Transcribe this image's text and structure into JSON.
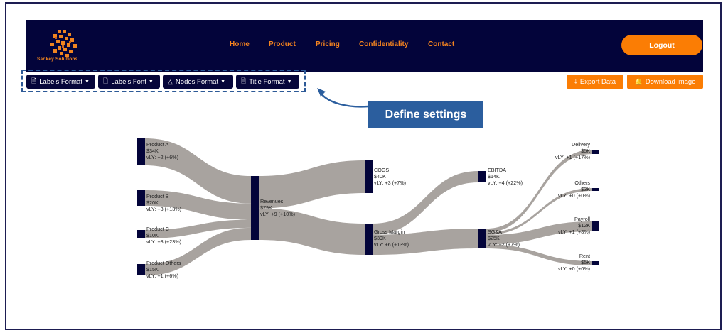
{
  "brand": {
    "name": "Sankey Solutions",
    "logo_icon": "pixel-cluster-logo-icon",
    "color": "#f08420"
  },
  "nav": {
    "items": [
      {
        "label": "Home"
      },
      {
        "label": "Product"
      },
      {
        "label": "Pricing"
      },
      {
        "label": "Confidentiality"
      },
      {
        "label": "Contact"
      }
    ],
    "logout_label": "Logout",
    "background": "#03043a",
    "link_color": "#f5841f"
  },
  "toolbar": {
    "labels_format": "Labels Format",
    "labels_font": "Labels Font",
    "nodes_format": "Nodes Format",
    "title_format": "Title Format",
    "export_data": "Export Data",
    "download_image": "Download image"
  },
  "callout": {
    "text": "Define settings",
    "color": "#2b5e9e"
  },
  "chart_data": {
    "type": "sankey",
    "node_color": "#03043a",
    "link_color": "#a8a39f",
    "nodes": [
      {
        "id": "product_a",
        "name": "Product A",
        "value": "$34K",
        "vly": "vLY: +2 (+6%)"
      },
      {
        "id": "product_b",
        "name": "Product B",
        "value": "$20K",
        "vly": "vLY: +3 (+13%)"
      },
      {
        "id": "product_c",
        "name": "Product C",
        "value": "$10K",
        "vly": "vLY: +3 (+23%)"
      },
      {
        "id": "product_others",
        "name": "Product Others",
        "value": "$15K",
        "vly": "vLY: +1 (+6%)"
      },
      {
        "id": "revenues",
        "name": "Revenues",
        "value": "$79K",
        "vly": "vLY: +9 (+10%)"
      },
      {
        "id": "cogs",
        "name": "COGS",
        "value": "$40K",
        "vly": "vLY: +3 (+7%)"
      },
      {
        "id": "gross_margin",
        "name": "Gross Margin",
        "value": "$39K",
        "vly": "vLY: +6 (+13%)"
      },
      {
        "id": "ebitda",
        "name": "EBITDA",
        "value": "$14K",
        "vly": "vLY: +4 (+22%)"
      },
      {
        "id": "sga",
        "name": "SG&A",
        "value": "$25K",
        "vly": "vLY: +2 (+7%)"
      },
      {
        "id": "delivery",
        "name": "Delivery",
        "value": "$5K",
        "vly": "vLY: +1 (+17%)"
      },
      {
        "id": "others",
        "name": "Others",
        "value": "$3K",
        "vly": "vLY: +0 (+0%)"
      },
      {
        "id": "payroll",
        "name": "Payroll",
        "value": "$12K",
        "vly": "vLY: +1 (+8%)"
      },
      {
        "id": "rent",
        "name": "Rent",
        "value": "$5K",
        "vly": "vLY: +0 (+0%)"
      }
    ],
    "links": [
      {
        "source": "product_a",
        "target": "revenues",
        "value": 34
      },
      {
        "source": "product_b",
        "target": "revenues",
        "value": 20
      },
      {
        "source": "product_c",
        "target": "revenues",
        "value": 10
      },
      {
        "source": "product_others",
        "target": "revenues",
        "value": 15
      },
      {
        "source": "revenues",
        "target": "cogs",
        "value": 40
      },
      {
        "source": "revenues",
        "target": "gross_margin",
        "value": 39
      },
      {
        "source": "gross_margin",
        "target": "ebitda",
        "value": 14
      },
      {
        "source": "gross_margin",
        "target": "sga",
        "value": 25
      },
      {
        "source": "sga",
        "target": "delivery",
        "value": 5
      },
      {
        "source": "sga",
        "target": "others",
        "value": 3
      },
      {
        "source": "sga",
        "target": "payroll",
        "value": 12
      },
      {
        "source": "sga",
        "target": "rent",
        "value": 5
      }
    ]
  }
}
